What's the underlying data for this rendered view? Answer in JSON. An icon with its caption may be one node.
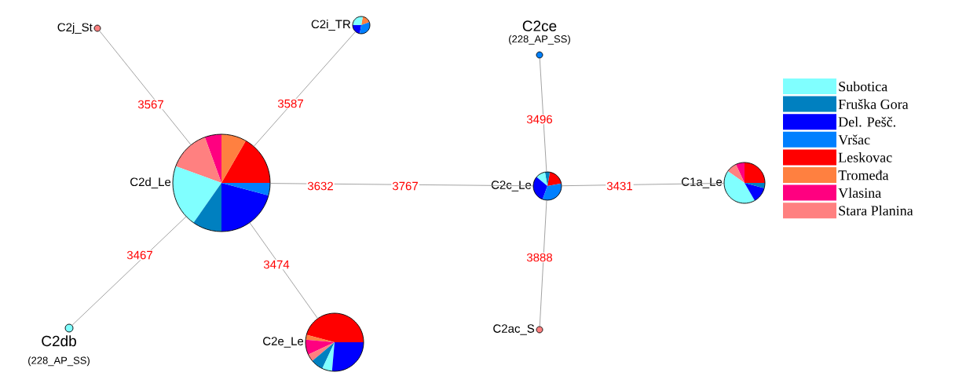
{
  "diagram": {
    "nodes": [
      {
        "text": [
          "C2j_St"
        ]
      },
      {
        "text": [
          "C2i_TR"
        ]
      },
      {
        "text": [
          "C2ce",
          "(228_AP_SS)"
        ]
      },
      {
        "text": [
          "C2d_Le"
        ]
      },
      {
        "text": [
          "C2c_Le"
        ]
      },
      {
        "text": [
          "C1a_Le"
        ]
      },
      {
        "text": [
          "C2db",
          "(228_AP_SS)"
        ]
      },
      {
        "text": [
          "C2e_Le"
        ]
      },
      {
        "text": [
          "C2ac_S"
        ]
      }
    ],
    "edges": [
      {
        "from": 3,
        "to": 0,
        "arrow": "none",
        "label": "3567"
      },
      {
        "from": 3,
        "to": 1,
        "arrow": "none",
        "label": "3587"
      },
      {
        "from": 2,
        "to": 4,
        "arrow": "none",
        "label": "3496"
      },
      {
        "from": 3,
        "to": 4,
        "arrow": "none",
        "label": "3632"
      },
      {
        "from": 4,
        "to": 5,
        "arrow": "none",
        "label": "3431"
      },
      {
        "from": 3,
        "to": 6,
        "arrow": "none",
        "label": "3467"
      },
      {
        "from": 3,
        "to": 7,
        "arrow": "none",
        "label": "3474"
      },
      {
        "from": 4,
        "to": 8,
        "arrow": "none",
        "label": "3888"
      }
    ],
    "labels": [
      "3767"
    ],
    "legend": [
      {
        "text": "Subotica",
        "color": "#80ffff"
      },
      {
        "text": "Fruška Gora",
        "color": "#0080c0"
      },
      {
        "text": "Del. Pešč.",
        "color": "#0000ff"
      },
      {
        "text": "Vršac",
        "color": "#0080ff"
      },
      {
        "text": "Leskovac",
        "color": "#ff0000"
      },
      {
        "text": "Tromeđa",
        "color": "#ff8040"
      },
      {
        "text": "Vlasina",
        "color": "#ff0080"
      },
      {
        "text": "Stara Planina",
        "color": "#ff8080"
      }
    ]
  }
}
